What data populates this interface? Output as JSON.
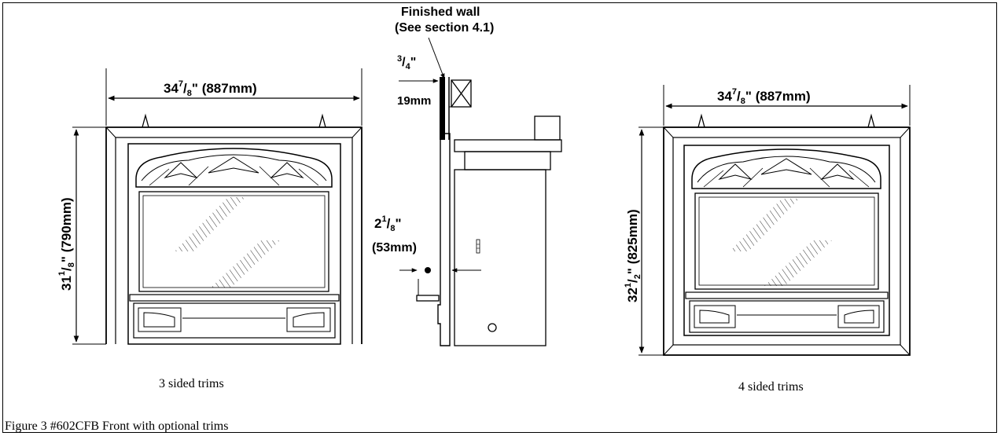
{
  "figure": {
    "caption": "Figure 3 #602CFB Front with optional trims",
    "left_view": {
      "label": "3 sided trims",
      "width_main": "34",
      "width_num": "7",
      "width_den": "8",
      "width_rest": "\" (887mm)",
      "height_main": "31",
      "height_num": "1",
      "height_den": "8",
      "height_rest": "\" (790mm)"
    },
    "right_view": {
      "label": "4 sided trims",
      "width_main": "34",
      "width_num": "7",
      "width_den": "8",
      "width_rest": "\" (887mm)",
      "height_main": "32",
      "height_num": "1",
      "height_den": "2",
      "height_rest": "\" (825mm)"
    },
    "side_view": {
      "wall_line1": "Finished wall",
      "wall_line2": "(See section 4.1)",
      "thick_num": "3",
      "thick_den": "4",
      "thick_quote": "\"",
      "thick_mm": "19mm",
      "depth_main": "2",
      "depth_num": "1",
      "depth_den": "8",
      "depth_quote": "\"",
      "depth_mm": "(53mm)"
    }
  }
}
